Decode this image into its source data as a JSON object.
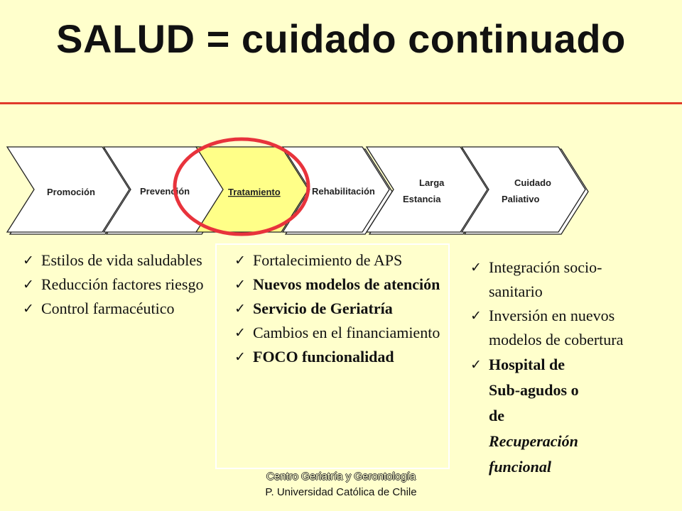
{
  "title": "SALUD = cuidado continuado",
  "steps": [
    {
      "label": "Promoción"
    },
    {
      "label": "Prevención"
    },
    {
      "label": "Tratamiento"
    },
    {
      "label": "Rehabilitación"
    },
    {
      "label_line1": "Larga",
      "label_line2": "Estancia"
    },
    {
      "label_line1": "Cuidado",
      "label_line2": "Paliativo"
    }
  ],
  "colors": {
    "background": "#ffffcc",
    "highlight_fill": "#ffff88",
    "circle": "#e8333c",
    "rule": "#e03a2a"
  },
  "left_list": [
    "Estilos de vida saludables",
    "Reducción factores riesgo",
    " Control farmacéutico"
  ],
  "middle_list": [
    "Fortalecimiento de APS",
    " Nuevos modelos de atención",
    "Servicio de Geriatría",
    " Cambios en el financiamiento",
    "FOCO funcionalidad"
  ],
  "right_list": [
    "Integración socio-sanitario",
    "Inversión en nuevos modelos de cobertura"
  ],
  "right_bold": {
    "line1": "Hospital de",
    "line2": "Sub-agudos o",
    "line3": "de",
    "line4": "Recuperación",
    "line5": "funcional"
  },
  "footer": {
    "line1": "Centro Geriatría y Gerontología",
    "line2": "P. Universidad Católica de Chile"
  },
  "check_glyph": "✓"
}
